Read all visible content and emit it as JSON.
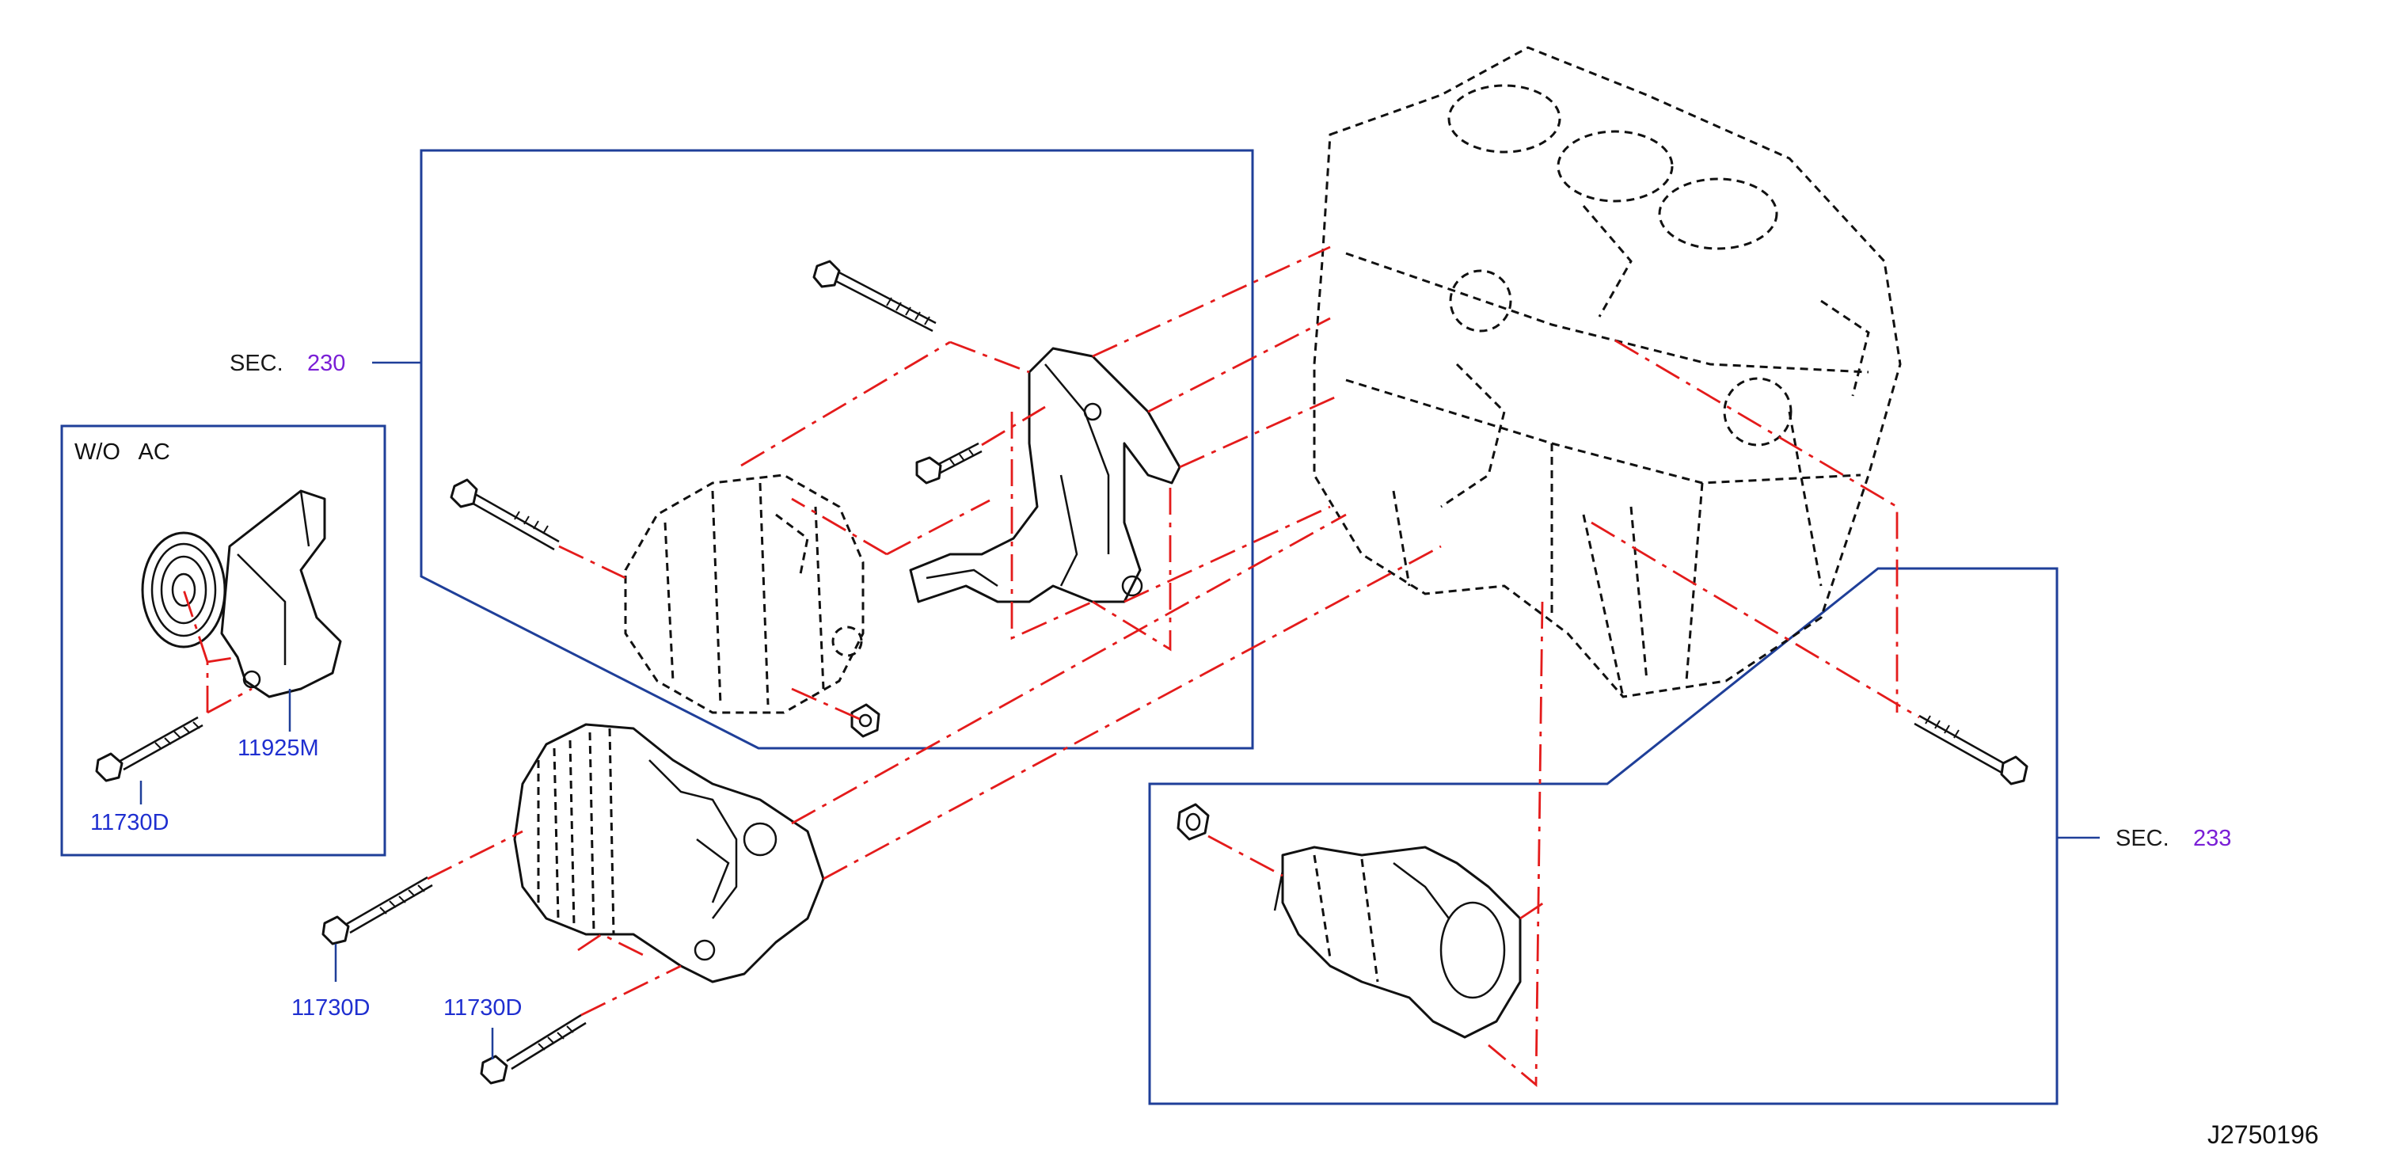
{
  "labels": {
    "sec_230_prefix": "SEC.",
    "sec_230_number": "230",
    "sec_233_prefix": "SEC.",
    "sec_233_number": "233",
    "wo_ac": "W/O   AC",
    "part_11925m": "11925M",
    "part_11730d_inset": "11730D",
    "part_11730d_left": "11730D",
    "part_11730d_bottom": "11730D",
    "drawing_ref": "J2750196"
  },
  "colors": {
    "frame": "#1f3f99",
    "leader": "#1f3f99",
    "dash_line": "#e41b1b",
    "section_number": "#7a1fd6",
    "part_number": "#1f2fd0",
    "line_art": "#111111"
  },
  "icons": [
    "bolt-icon",
    "nut-icon",
    "alternator-icon",
    "bracket-icon",
    "compressor-icon",
    "starter-motor-icon",
    "engine-block-icon",
    "idler-pulley-icon"
  ]
}
